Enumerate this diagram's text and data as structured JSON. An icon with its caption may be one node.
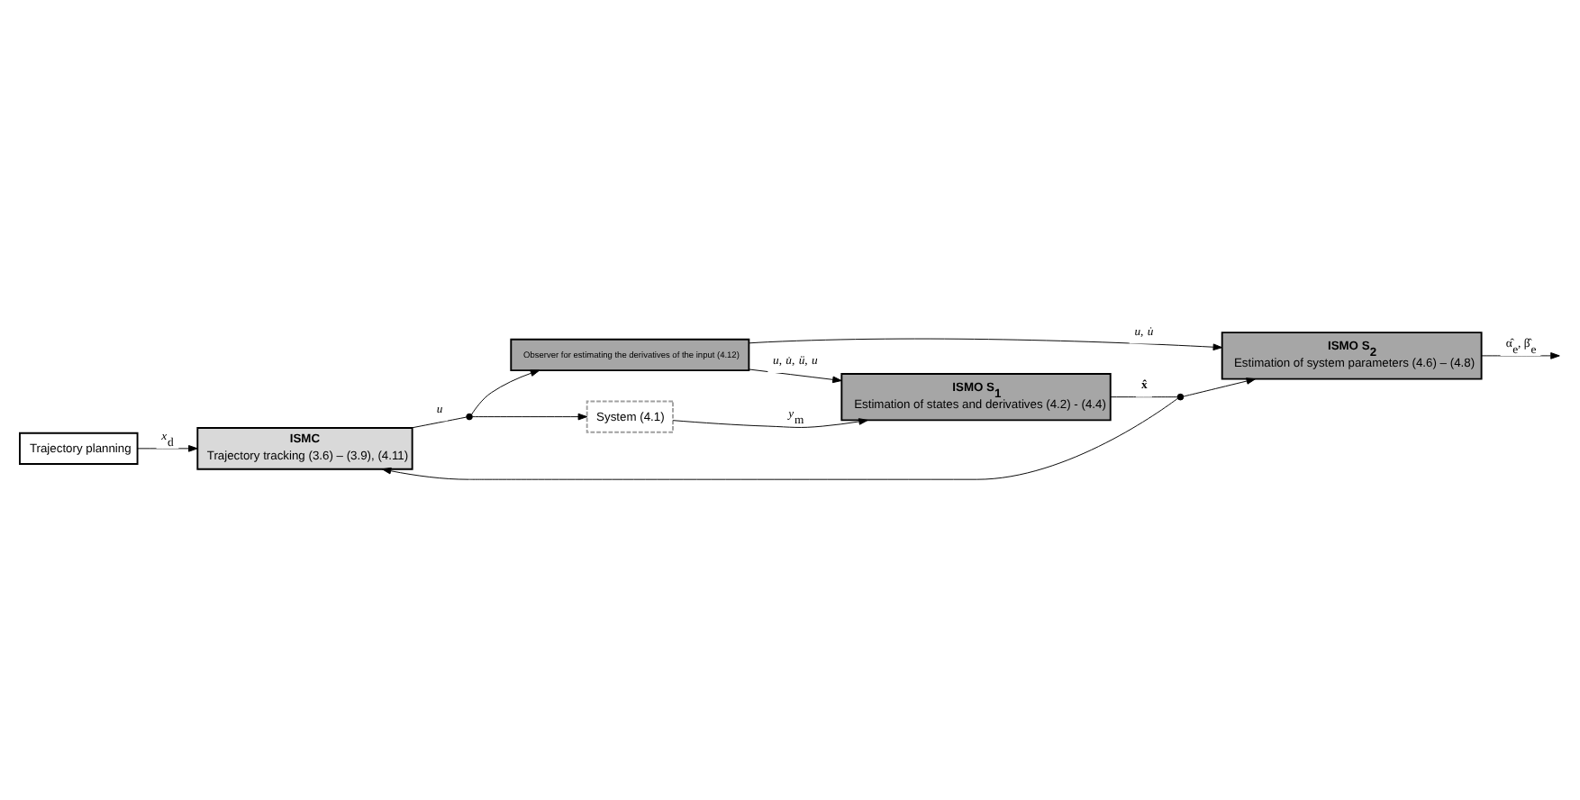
{
  "diagram": {
    "nodes": [
      {
        "text": [
          "Trajectory planning"
        ]
      },
      {
        "text": [
          "ISMC",
          "Trajectory tracking (3.6) – (3.9), (4.11)"
        ]
      },
      {
        "text": [
          "System (4.1)"
        ]
      },
      {
        "text": [
          "Observer for estimating the derivatives of the input (4.12)"
        ]
      },
      {
        "text": [
          "ISMO S$_{1}$",
          "Estimation of states and derivatives (4.2) - (4.4)"
        ]
      },
      {
        "text": [
          "ISMO S$_{2}$",
          "Estimation of system parameters (4.6) – (4.8)"
        ]
      },
      {
        "text": [],
        "shape": "circle"
      },
      {
        "text": [],
        "shape": "circle"
      }
    ],
    "edges": [
      {
        "from": 0,
        "to": 1,
        "arrow": "to",
        "label": "*x*$_{d}$"
      },
      {
        "from": 1,
        "to": 6,
        "arrow": "none",
        "label": "*u*"
      },
      {
        "from": 6,
        "to": 2,
        "arrow": "to"
      },
      {
        "from": 6,
        "to": 3,
        "arrow": "to"
      },
      {
        "from": 2,
        "to": 4,
        "arrow": "to",
        "label": "*y*$_{m}$"
      },
      {
        "from": 3,
        "to": 4,
        "arrow": "to",
        "label": "*u*, *u̇*, *ü*, *u⃛*"
      },
      {
        "from": 3,
        "to": 5,
        "arrow": "to",
        "label": "*u*, *u̇*"
      },
      {
        "from": 4,
        "to": 7,
        "arrow": "none",
        "label": "**x̂**"
      },
      {
        "from": 7,
        "to": 5,
        "arrow": "to"
      },
      {
        "from": 7,
        "to": 1,
        "arrow": "to"
      },
      {
        "from": 5,
        "to": null,
        "arrow": "to",
        "label": "α̂$_{e}$, β̂$_{e}$"
      }
    ]
  }
}
